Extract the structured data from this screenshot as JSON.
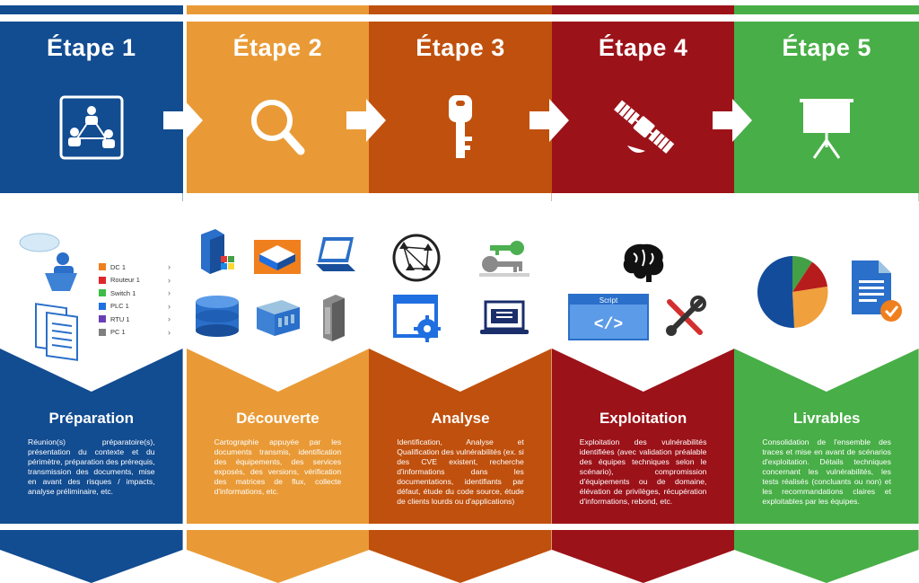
{
  "colors": {
    "stage1": "#124C91",
    "stage2": "#E99A36",
    "stage3": "#C0500D",
    "stage4": "#9C1219",
    "stage5": "#48AE47"
  },
  "stages": [
    {
      "header": "Étape 1",
      "icon": "network-users-icon",
      "name": "Préparation",
      "description": "Réunion(s) préparatoire(s), présentation du contexte et du périmètre, préparation des prérequis, transmission des documents, mise en avant des risques / impacts, analyse préliminaire, etc."
    },
    {
      "header": "Étape 2",
      "icon": "magnifier-icon",
      "name": "Découverte",
      "description": "Cartographie appuyée par les documents transmis, identification des équipements, des services exposés, des versions, vérification des matrices de flux, collecte d'informations, etc."
    },
    {
      "header": "Étape 3",
      "icon": "key-icon",
      "name": "Analyse",
      "description": "Identification, Analyse et Qualification des vulnérabilités (ex. si des CVE existent, recherche d'informations dans les documentations, identifiants par défaut, étude du code source, étude de clients lourds ou d'applications)"
    },
    {
      "header": "Étape 4",
      "icon": "satellite-icon",
      "name": "Exploitation",
      "description": "Exploitation des vulnérabilités identifiées (avec validation préalable des équipes techniques selon le scénario), compromission d'équipements ou de domaine, élévation de privilèges, récupération d'informations, rebond, etc."
    },
    {
      "header": "Étape 5",
      "icon": "presentation-board-icon",
      "name": "Livrables",
      "description": "Consolidation de l'ensemble des traces et mise en avant de scénarios d'exploitation. Détails techniques concernant les vulnérabilités, les tests réalisés (concluants ou non) et les recommandations claires et exploitables par les équipes."
    }
  ],
  "legend": [
    {
      "label": "DC 1",
      "color": "#F07F1E"
    },
    {
      "label": "Routeur 1",
      "color": "#E0262B"
    },
    {
      "label": "Switch 1",
      "color": "#3DBD45"
    },
    {
      "label": "PLC 1",
      "color": "#1F6FE0"
    },
    {
      "label": "RTU 1",
      "color": "#6A3FB5"
    },
    {
      "label": "PC 1",
      "color": "#7F7F7F"
    }
  ],
  "script_label": "Script",
  "script_code_symbol": "</>"
}
